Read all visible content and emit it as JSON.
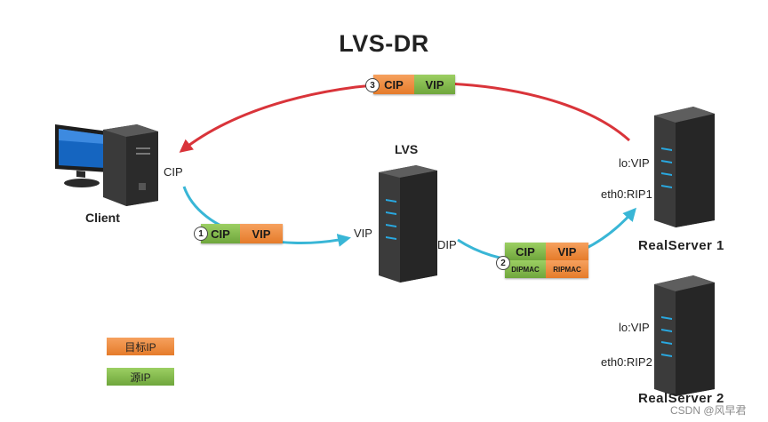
{
  "title": "LVS-DR",
  "client": {
    "name": "Client",
    "ip_label": "CIP"
  },
  "lvs": {
    "name": "LVS",
    "vip_label": "VIP",
    "dip_label": "DIP"
  },
  "realserver1": {
    "name": "RealServer 1",
    "lo": "lo:VIP",
    "eth0": "eth0:RIP1"
  },
  "realserver2": {
    "name": "RealServer 2",
    "lo": "lo:VIP",
    "eth0": "eth0:RIP2"
  },
  "packets": {
    "p1": {
      "step": "1",
      "src": "CIP",
      "dst": "VIP"
    },
    "p2": {
      "step": "2",
      "src": "CIP",
      "dst": "VIP",
      "src_mac": "DIPMAC",
      "dst_mac": "RIPMAC"
    },
    "p3": {
      "step": "3",
      "src": "CIP",
      "dst": "VIP"
    }
  },
  "legend": {
    "dest_ip": "目标IP",
    "src_ip": "源IP"
  },
  "watermark": "CSDN @风早君",
  "colors": {
    "request_arrow": "#39b6d6",
    "response_arrow": "#d9343a",
    "dest_ip": "#e98336",
    "src_ip": "#7fb548"
  }
}
